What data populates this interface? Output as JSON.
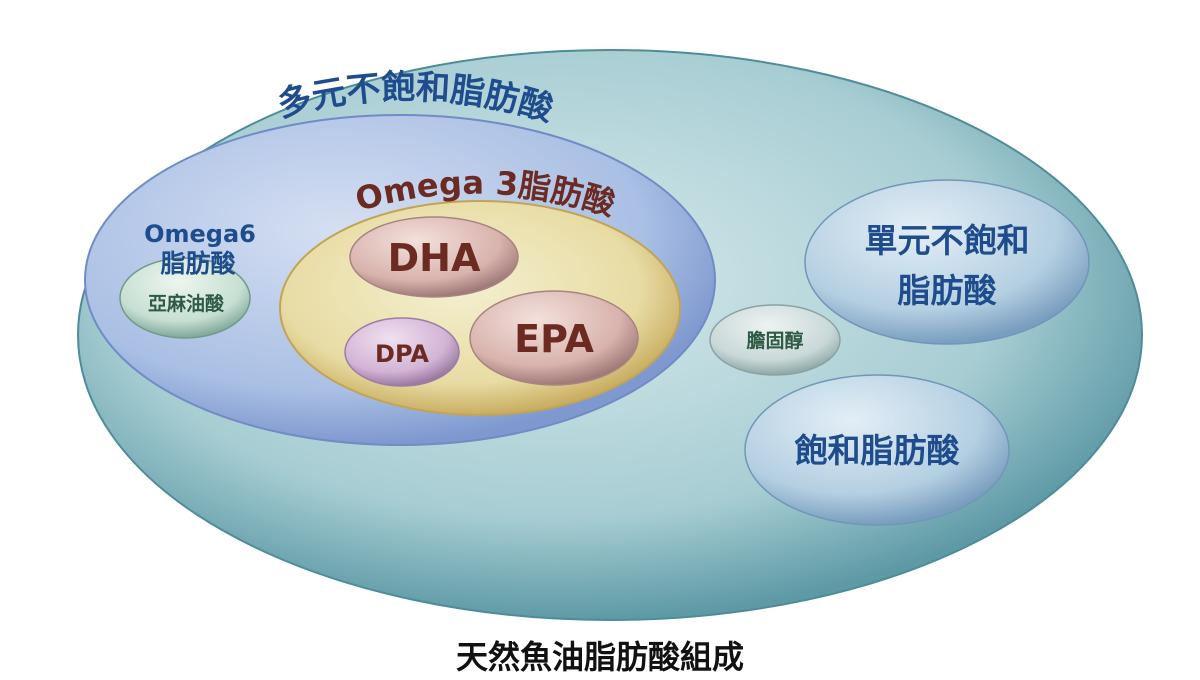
{
  "outer": {
    "caption": "天然魚油脂肪酸組成"
  },
  "polyunsaturated": {
    "label": "多元不飽和脂肪酸"
  },
  "omega6": {
    "label_line1": "Omega6",
    "label_line2": "脂肪酸",
    "inner": "亞麻油酸"
  },
  "omega3": {
    "label": "Omega 3脂肪酸",
    "items": {
      "dha": "DHA",
      "epa": "EPA",
      "dpa": "DPA"
    }
  },
  "cholesterol": {
    "label": "膽固醇"
  },
  "monounsaturated": {
    "label_line1": "單元不飽和",
    "label_line2": "脂肪酸"
  },
  "saturated": {
    "label": "飽和脂肪酸"
  },
  "colors": {
    "blue_text": "#1f4c8c",
    "brown_text": "#6b2a22",
    "green_text": "#2f5a45",
    "outer": "#7fb4bd"
  }
}
